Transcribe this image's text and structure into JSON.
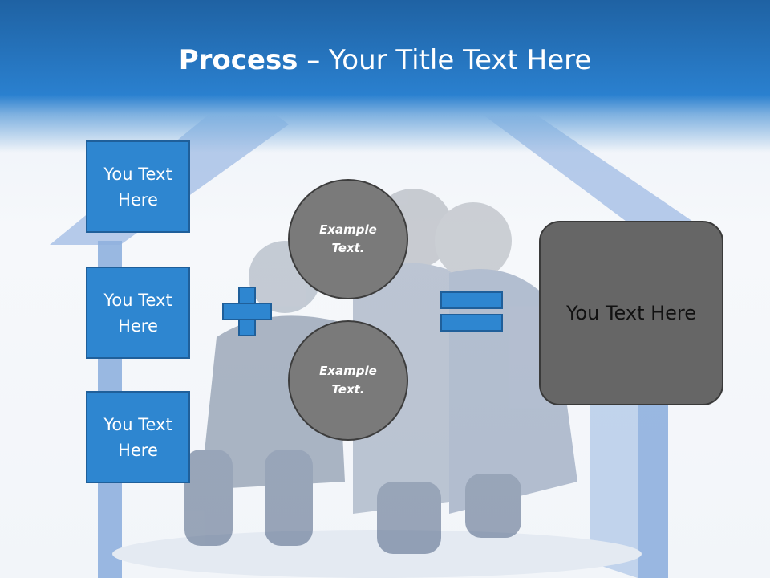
{
  "slide": {
    "title_bold": "Process",
    "title_rest": " – Your Title Text Here"
  },
  "left_boxes": [
    {
      "label": "You Text Here"
    },
    {
      "label": "You Text Here"
    },
    {
      "label": "You Text Here"
    }
  ],
  "circles": [
    {
      "label": "Example Text."
    },
    {
      "label": "Example Text."
    }
  ],
  "result": {
    "label": "You Text Here"
  },
  "colors": {
    "header": "#2a80cf",
    "box_fill": "#2e86d0",
    "circle_fill": "#7a7a7a",
    "result_fill": "#666666"
  },
  "icons": [
    "plus-icon",
    "equals-icon"
  ]
}
